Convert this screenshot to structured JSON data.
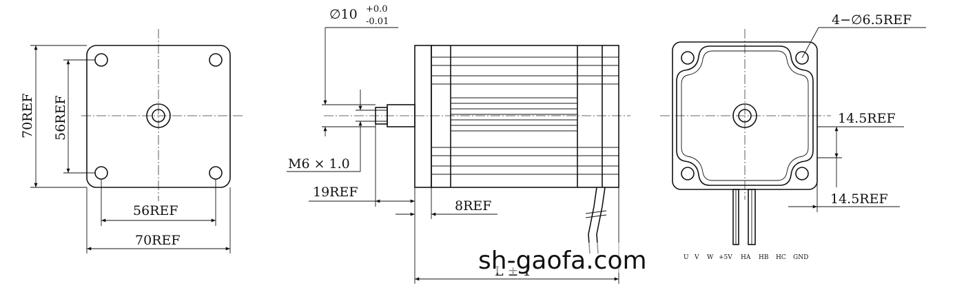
{
  "front_view": {
    "outer_height_label": "70REF",
    "bolt_height_label": "56REF",
    "bolt_width_label": "56REF",
    "outer_width_label": "70REF"
  },
  "side_view": {
    "shaft_diameter_label": "∅10",
    "shaft_tol_upper": "+0.0",
    "shaft_tol_lower": "-0.01",
    "thread_label": "M6 × 1.0",
    "shaft_length_label": "19REF",
    "flange_label": "8REF",
    "body_length_label": "L ± 1"
  },
  "rear_view": {
    "holes_label": "4−∅6.5REF",
    "dim_a_label": "14.5REF",
    "dim_b_label": "14.5REF",
    "pins": [
      "U",
      "V",
      "W",
      "+5V",
      "HA",
      "HB",
      "HC",
      "GND"
    ]
  },
  "watermark": "sh-gaofa.com"
}
